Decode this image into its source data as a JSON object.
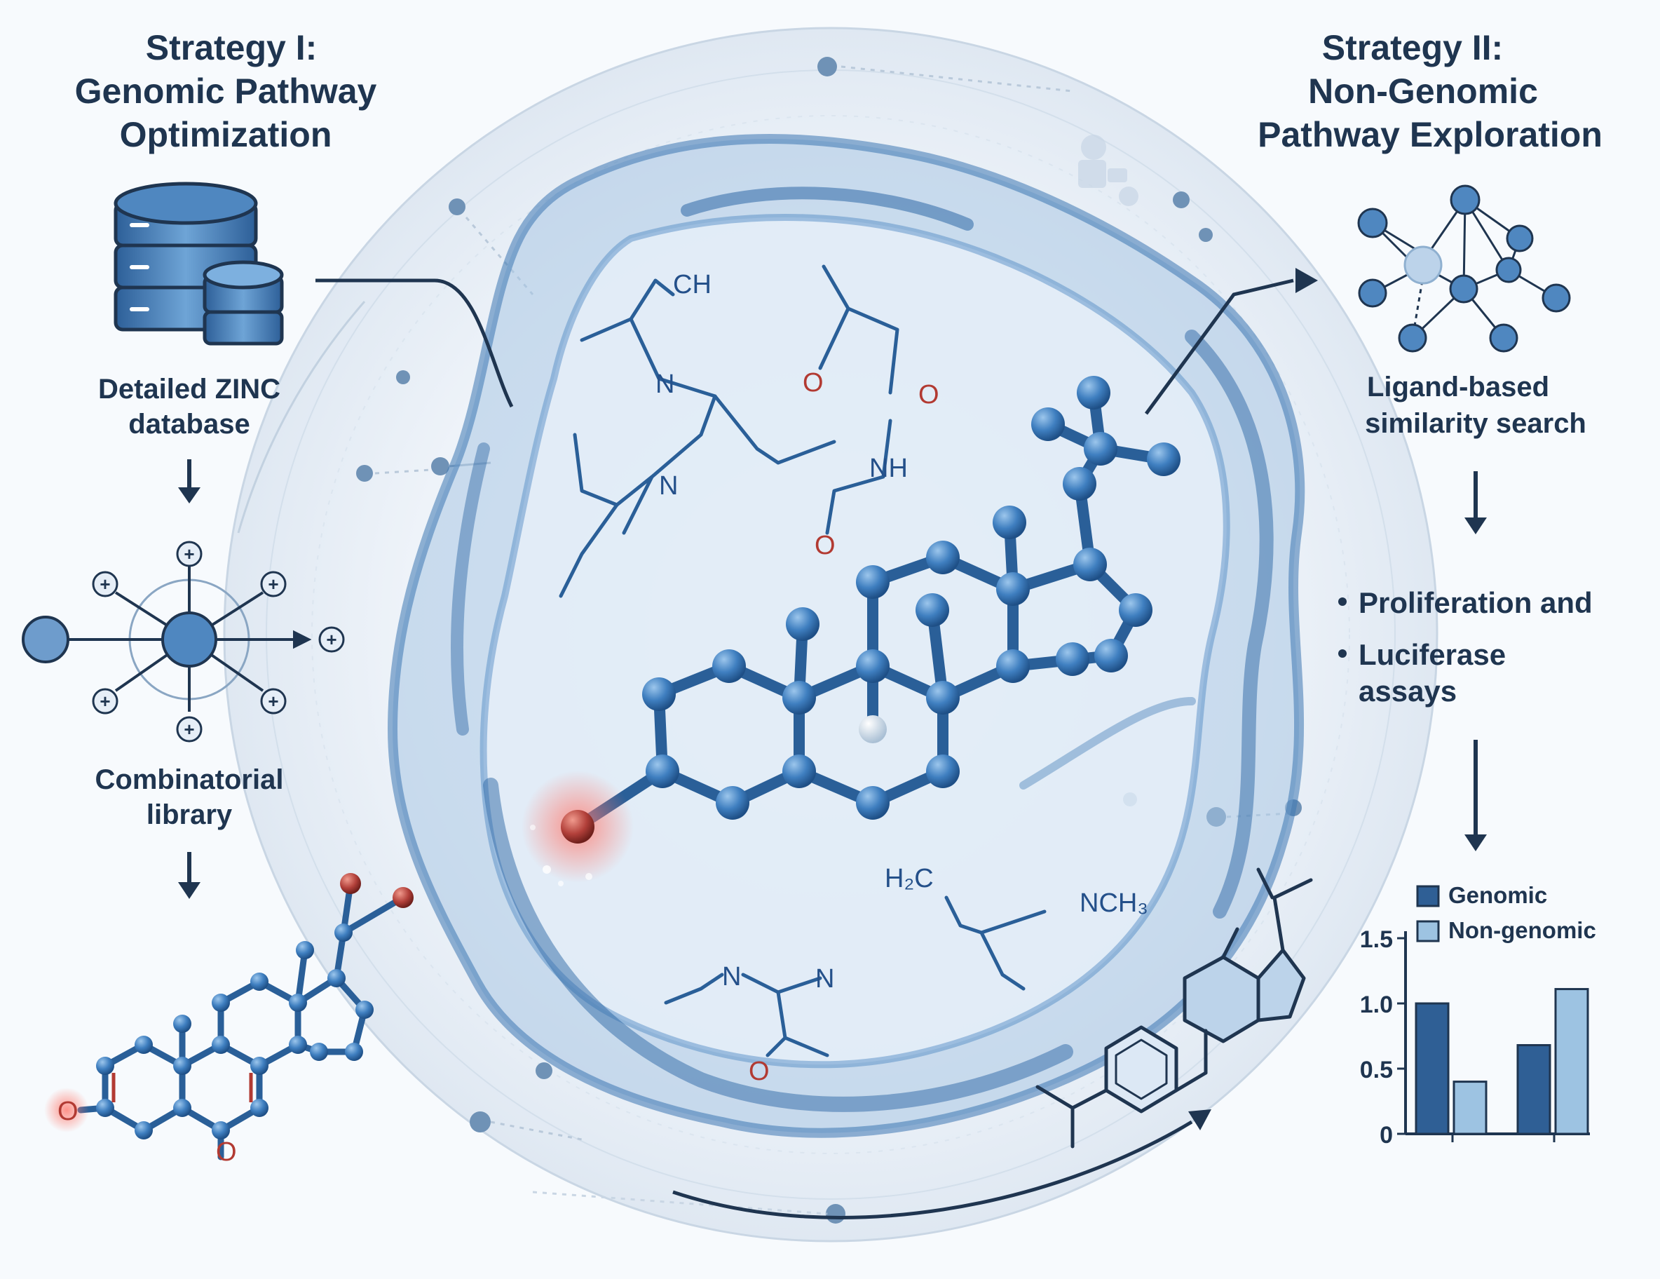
{
  "strategy_1": {
    "title": [
      "Strategy I:",
      "Genomic Pathway",
      "Optimization"
    ],
    "database_label": [
      "Detailed ZINC",
      "database"
    ],
    "library_label": [
      "Combinatorial",
      "library"
    ]
  },
  "strategy_2": {
    "title": [
      "Strategy II:",
      "Non-Genomic",
      "Pathway Exploration"
    ],
    "search_label": [
      "Ligand-based",
      "similarity search"
    ],
    "assays": {
      "bullet_1": "Proliferation and",
      "bullet_2": "Luciferase",
      "bullet_2_cont": "assays"
    }
  },
  "molecule_labels": {
    "ch": "CH",
    "n_top": "N",
    "n_mid": "N",
    "o_1": "O",
    "o_2": "O",
    "o_3": "O",
    "nh": "NH",
    "h2c": "H₂C",
    "nch3": "NCH₃",
    "n_bottom": "N",
    "n_bottom_right": "N",
    "o_bottom": "O",
    "o_steroid_left": "O",
    "o_steroid_bottom": "O"
  },
  "colors": {
    "text": "#1f3550",
    "atom": "#3f7fc0",
    "bond": "#2a5f98",
    "oxygen": "#c0392b",
    "bar_genomic": "#2f5f95",
    "bar_nongenomic": "#9dc3e2",
    "pocket": "#3c77b3"
  },
  "chart_data": {
    "type": "bar",
    "series": [
      {
        "name": "Genomic",
        "values": [
          1.0,
          0.68
        ]
      },
      {
        "name": "Non-genomic",
        "values": [
          0.4,
          1.11
        ]
      }
    ],
    "categories": [
      "",
      ""
    ],
    "y_ticks": [
      "1.5",
      "1.0",
      "0.5",
      "0"
    ],
    "ylim": [
      0,
      1.5
    ],
    "legend": "top"
  }
}
